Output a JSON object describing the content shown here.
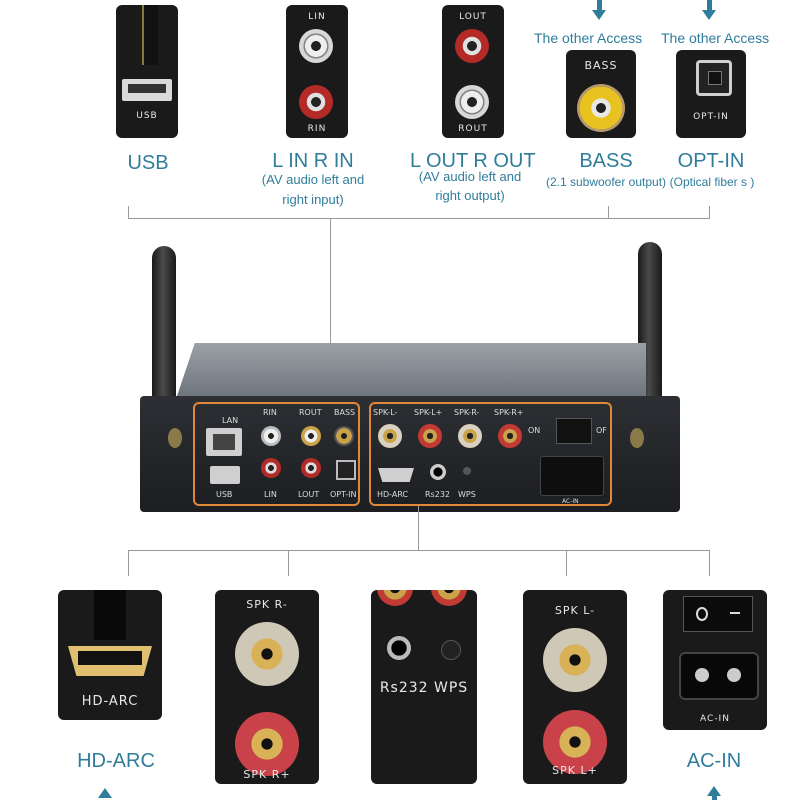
{
  "top": {
    "usb": {
      "tile_text": "USB",
      "label": "USB"
    },
    "lin_rin": {
      "tile_top": "LIN",
      "tile_bottom": "RIN",
      "label": "L IN  R IN",
      "sub1": "(AV audio left and",
      "sub2": "right input)"
    },
    "lout_rout": {
      "tile_top": "LOUT",
      "tile_bottom": "ROUT",
      "label": "L OUT R OUT",
      "sub1": "(AV audio left and",
      "sub2": "right output)"
    },
    "bass": {
      "access": "The other Access",
      "tile_text": "BASS",
      "label": "BASS",
      "sub": "(2.1 subwoofer output)"
    },
    "opt_in": {
      "access": "The other Access",
      "tile_text": "OPT-IN",
      "label": "OPT-IN",
      "sub": "(Optical fiber s )"
    }
  },
  "device_panel": {
    "left_group": {
      "lan": "LAN",
      "usb": "USB",
      "rin": "RIN",
      "lin": "LIN",
      "rout": "ROUT",
      "lout": "LOUT",
      "bass": "BASS",
      "opt_in": "OPT-IN"
    },
    "right_group": {
      "spk_l_minus": "SPK-L-",
      "spk_l_plus": "SPK-L+",
      "spk_r_minus": "SPK-R-",
      "spk_r_plus": "SPK-R+",
      "on": "ON",
      "off": "OF",
      "hd_arc": "HD-ARC",
      "rs232": "Rs232",
      "wps": "WPS",
      "ac_in": "AC-IN"
    }
  },
  "bottom": {
    "hd_arc": {
      "tile_text": "HD-ARC",
      "label": "HD-ARC"
    },
    "spk_r": {
      "tile_top": "SPK R-",
      "tile_bottom": "SPK R+"
    },
    "rs232": {
      "tile_text": "Rs232  WPS"
    },
    "spk_l": {
      "tile_top": "SPK L-",
      "tile_bottom": "SPK L+"
    },
    "ac_in": {
      "tile_text": "AC-IN",
      "label": "AC-IN"
    }
  },
  "colors": {
    "accent": "#2f7d9b",
    "highlight_frame": "#e0873a",
    "red_jack": "#c0312c",
    "gold_jack": "#caa24a"
  }
}
